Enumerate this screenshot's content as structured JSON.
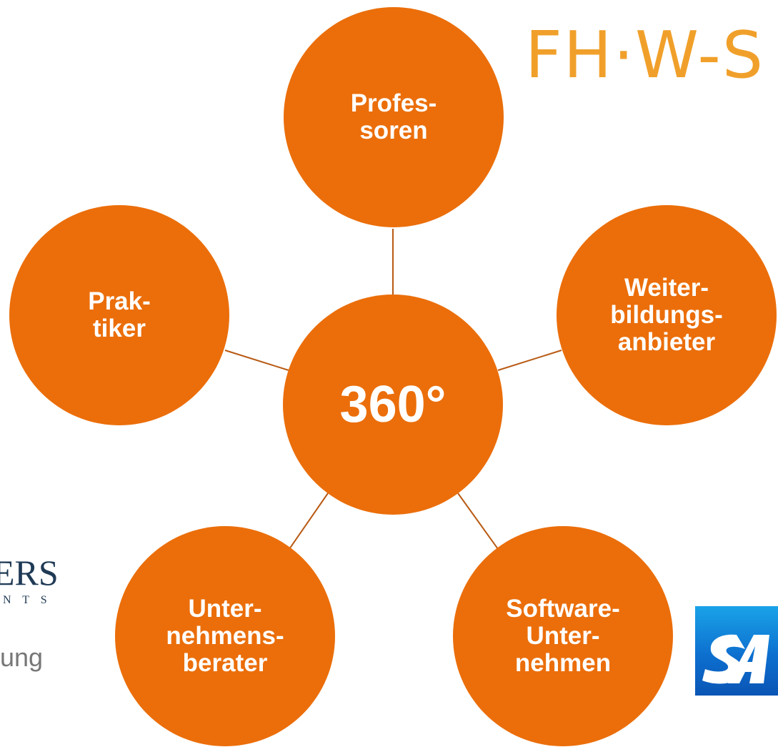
{
  "diagram": {
    "center_label": "360°",
    "node_color": "#EB6E0A",
    "line_color": "#B85A14",
    "nodes": [
      {
        "id": "professoren",
        "label": "Profes-\nsoren"
      },
      {
        "id": "weiterbildungsanbieter",
        "label": "Weiter-\nbildungs-\nanbieter"
      },
      {
        "id": "software-unternehmen",
        "label": "Software-\nUnter-\nnehmen"
      },
      {
        "id": "unternehmensberater",
        "label": "Unter-\nnehmens-\nberater"
      },
      {
        "id": "praktiker",
        "label": "Prak-\ntiker"
      }
    ]
  },
  "logos": {
    "fhws": {
      "text": "FH·W-S",
      "color": "#F0A02A"
    },
    "ers": {
      "text": "ERS",
      "subtext": "N T S",
      "color": "#1F3A55"
    },
    "ung": {
      "text": "ung",
      "color": "#777777"
    },
    "sap": {
      "text": "SAP",
      "color": "#1AA3E8"
    }
  }
}
